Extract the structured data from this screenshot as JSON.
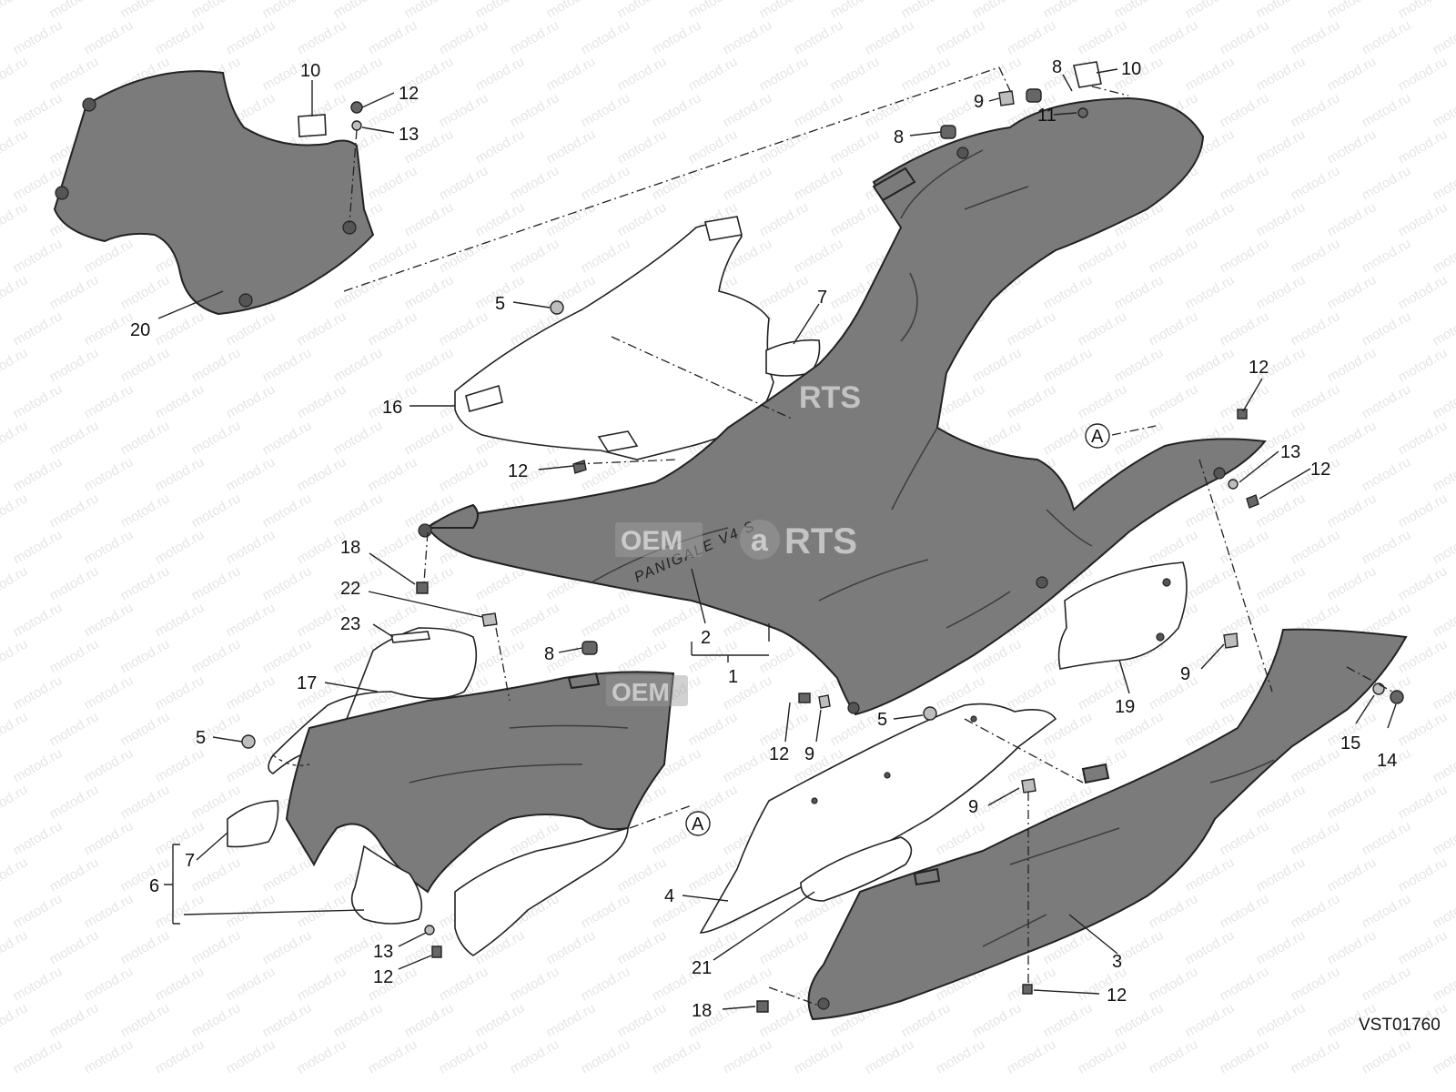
{
  "diagram": {
    "drawing_code": "VST01760",
    "watermark_text": "motod.ru",
    "logo_prefix": "OEM",
    "logo_suffix": "RTS",
    "logo_middle": "a",
    "brand_text": "PANIGALE V4 S",
    "callouts": [
      {
        "id": "c20",
        "text": "20"
      },
      {
        "id": "c10a",
        "text": "10"
      },
      {
        "id": "c12a",
        "text": "12"
      },
      {
        "id": "c13a",
        "text": "13"
      },
      {
        "id": "c8a",
        "text": "8"
      },
      {
        "id": "c9a",
        "text": "9"
      },
      {
        "id": "c8b",
        "text": "8"
      },
      {
        "id": "c10b",
        "text": "10"
      },
      {
        "id": "c11",
        "text": "11"
      },
      {
        "id": "c5a",
        "text": "5"
      },
      {
        "id": "c7a",
        "text": "7"
      },
      {
        "id": "c16",
        "text": "16"
      },
      {
        "id": "c12b",
        "text": "12"
      },
      {
        "id": "cAa",
        "text": "A"
      },
      {
        "id": "c12c",
        "text": "12"
      },
      {
        "id": "c13b",
        "text": "13"
      },
      {
        "id": "c12d",
        "text": "12"
      },
      {
        "id": "c18a",
        "text": "18"
      },
      {
        "id": "c22",
        "text": "22"
      },
      {
        "id": "c23",
        "text": "23"
      },
      {
        "id": "c8c",
        "text": "8"
      },
      {
        "id": "c2",
        "text": "2"
      },
      {
        "id": "c1",
        "text": "1"
      },
      {
        "id": "c17",
        "text": "17"
      },
      {
        "id": "c5b",
        "text": "5"
      },
      {
        "id": "c7b",
        "text": "7"
      },
      {
        "id": "c6",
        "text": "6"
      },
      {
        "id": "cAb",
        "text": "A"
      },
      {
        "id": "c13c",
        "text": "13"
      },
      {
        "id": "c12e",
        "text": "12"
      },
      {
        "id": "c12f",
        "text": "12"
      },
      {
        "id": "c9b",
        "text": "9"
      },
      {
        "id": "c5c",
        "text": "5"
      },
      {
        "id": "c19",
        "text": "19"
      },
      {
        "id": "c9c",
        "text": "9"
      },
      {
        "id": "c15",
        "text": "15"
      },
      {
        "id": "c14",
        "text": "14"
      },
      {
        "id": "c9d",
        "text": "9"
      },
      {
        "id": "c4",
        "text": "4"
      },
      {
        "id": "c21",
        "text": "21"
      },
      {
        "id": "c3",
        "text": "3"
      },
      {
        "id": "c18b",
        "text": "18"
      },
      {
        "id": "c12g",
        "text": "12"
      }
    ]
  }
}
